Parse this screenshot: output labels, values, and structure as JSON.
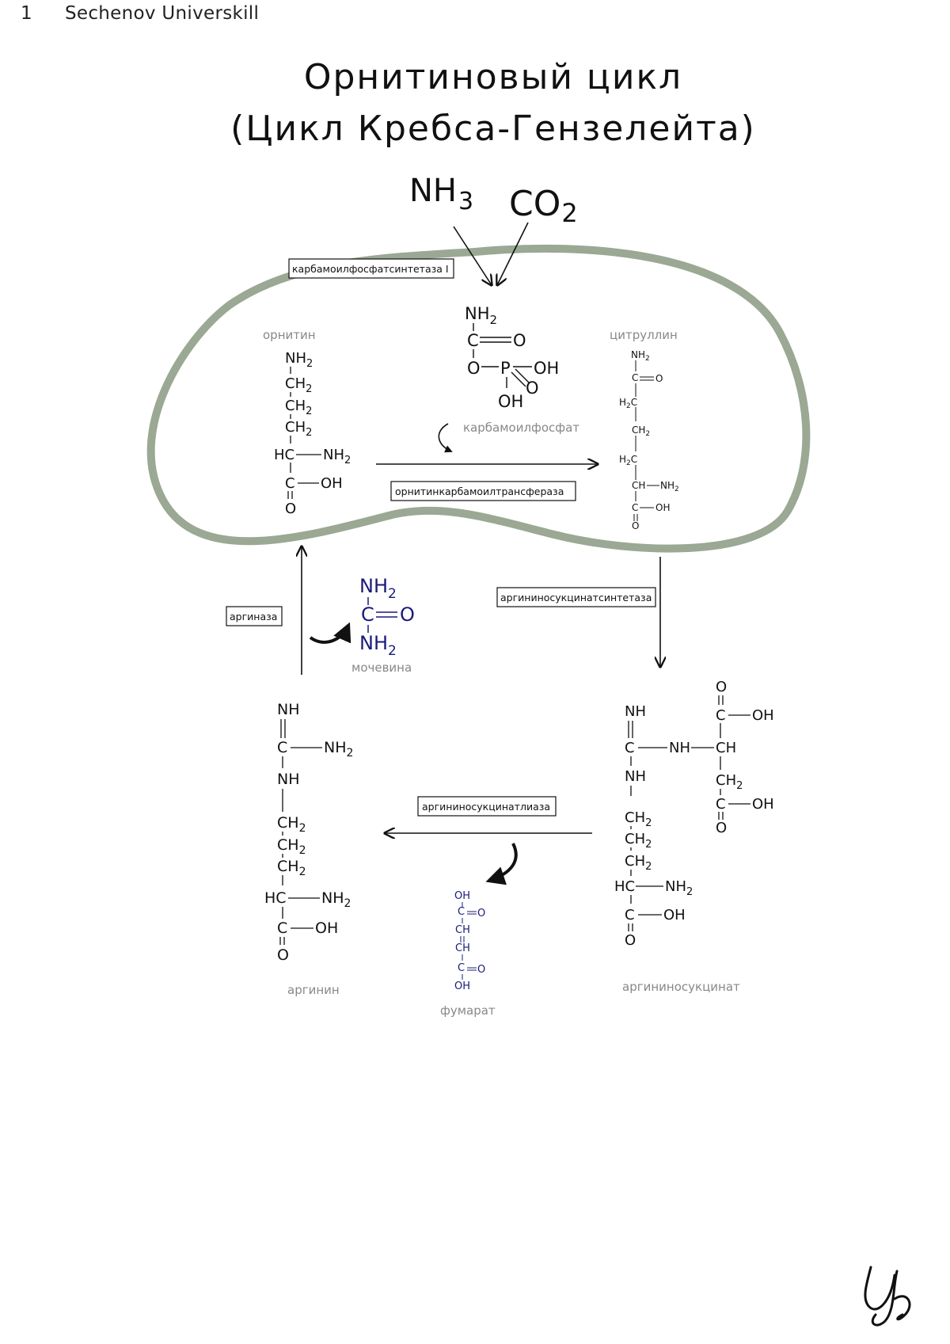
{
  "header": {
    "page_number": "1",
    "brand": "Sechenov Universkill"
  },
  "title": {
    "line1": "Орнитиновый цикл",
    "line2": "(Цикл Кребса-Гензелейта)"
  },
  "inputs": {
    "nh3": "NH",
    "nh3_sub": "3",
    "co2": "CO",
    "co2_sub": "2"
  },
  "enzymes": {
    "cps1": "карбамоилфосфатсинтетаза I",
    "otc": "орнитинкарбамоилтрансфераза",
    "ass": "аргининосукцинатсинтетаза",
    "asl": "аргининосукцинатлиаза",
    "arg": "аргиназа"
  },
  "molecules": {
    "ornithine": "орнитин",
    "carbamoyl_phosphate": "карбамоилфосфат",
    "citrulline": "цитруллин",
    "urea": "мочевина",
    "arginine": "аргинин",
    "fumarate": "фумарат",
    "argininosuccinate": "аргининосукцинат"
  },
  "colors": {
    "membrane": "#9aa894",
    "urea": "#1a1a7a",
    "text": "#111111",
    "caption": "#888888"
  },
  "icons": {
    "logo": "universkill-logo-icon"
  }
}
